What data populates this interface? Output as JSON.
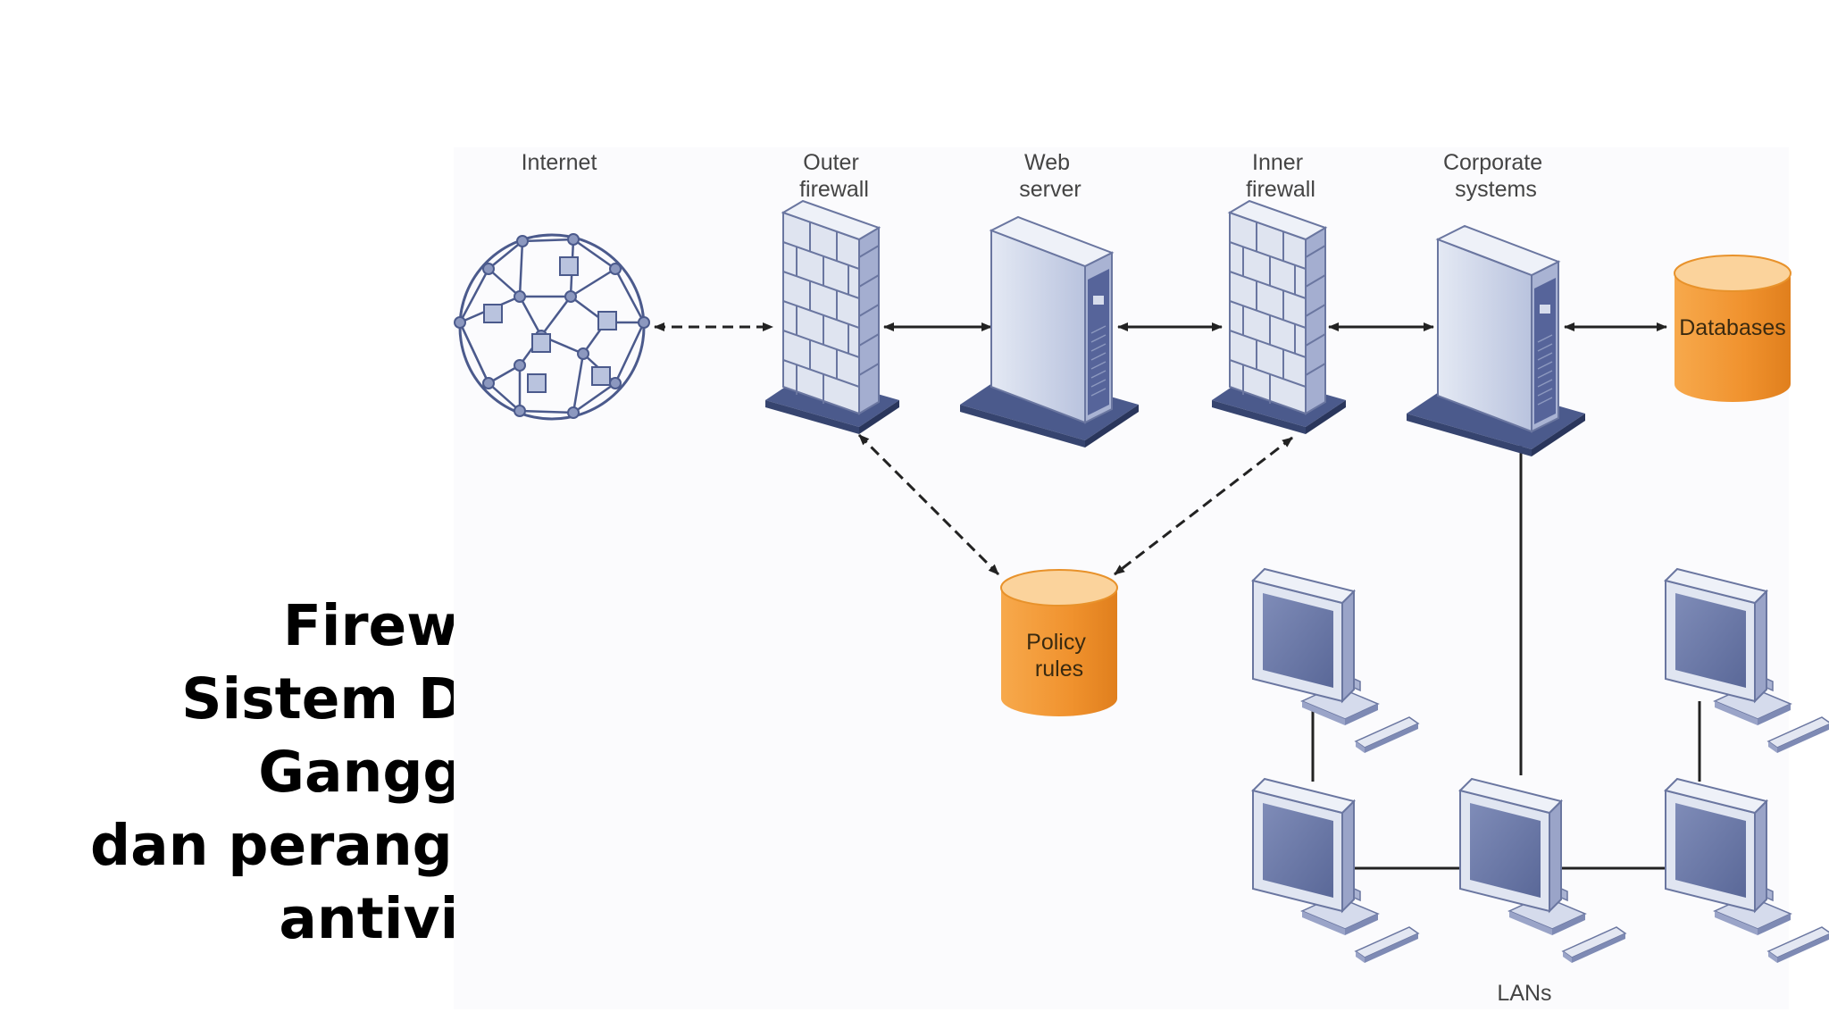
{
  "slide": {
    "title_lines": [
      "Firewall,",
      "Sistem Deteksi",
      "Gangguan",
      "dan perangkat lunak",
      "antivirus"
    ]
  },
  "diagram": {
    "labels": {
      "internet": "Internet",
      "outer_firewall": [
        "Outer",
        "firewall"
      ],
      "web_server": [
        "Web",
        "server"
      ],
      "inner_firewall": [
        "Inner",
        "firewall"
      ],
      "corporate_systems": [
        "Corporate",
        "systems"
      ],
      "databases": "Databases",
      "policy_rules": [
        "Policy",
        "rules"
      ],
      "lans": "LANs"
    },
    "icons": {
      "internet": "network-globe-icon",
      "firewall": "brick-wall-icon",
      "server": "tower-server-icon",
      "database": "cylinder-database-icon",
      "workstation": "desktop-computer-icon"
    },
    "colors": {
      "device_body": "#c9d1e4",
      "device_shade": "#8c98bf",
      "device_dark": "#4b5a8c",
      "cylinder_orange": "#f39a3a",
      "cylinder_top": "#fbd39c",
      "arrow": "#222222",
      "diagram_bg": "#fbfbfd"
    }
  }
}
